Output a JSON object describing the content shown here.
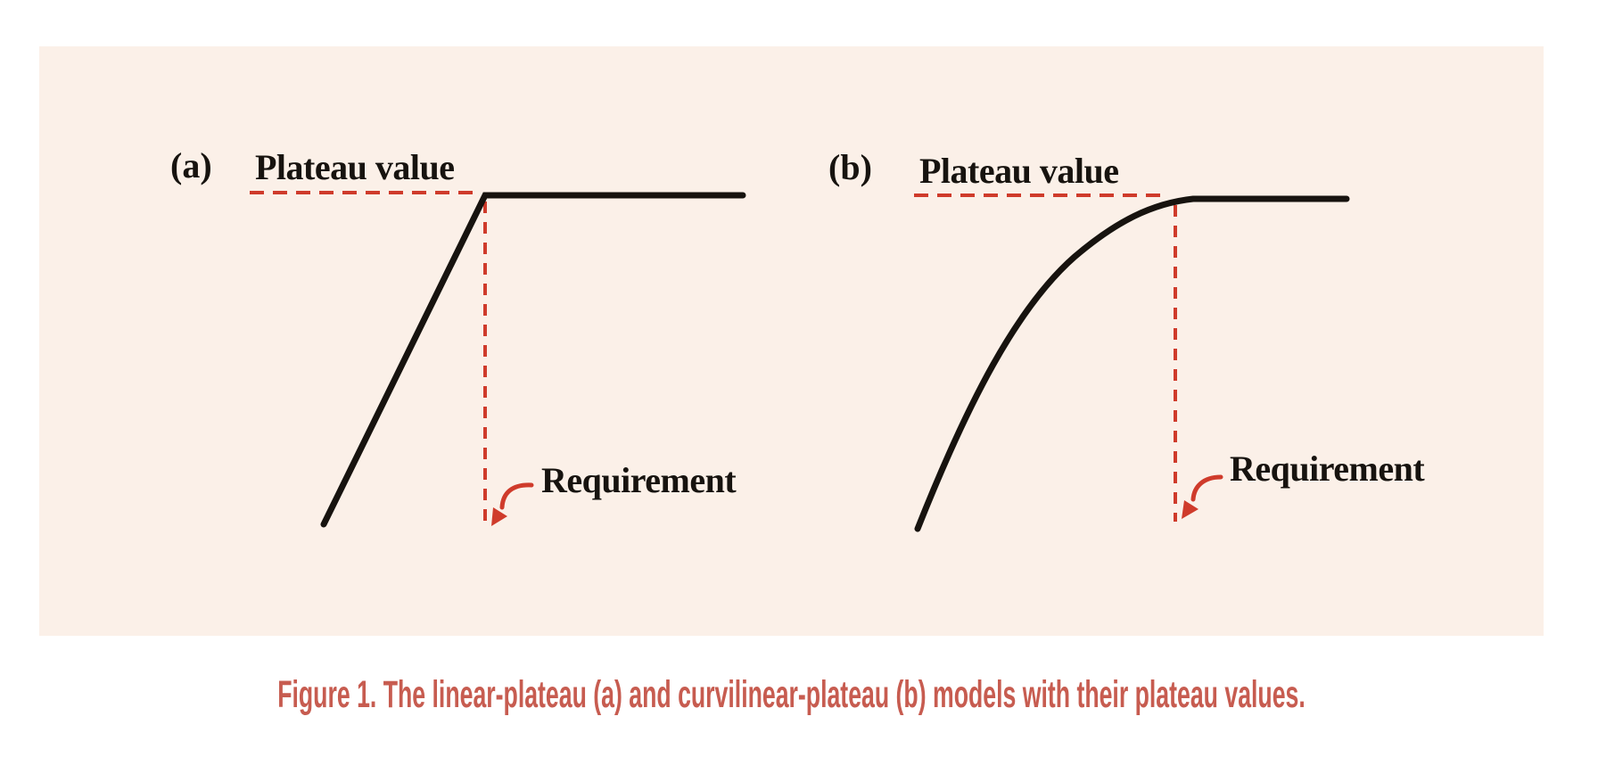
{
  "figure": {
    "panels": [
      {
        "label": "(a)",
        "plateau_label": "Plateau value",
        "requirement_label": "Requirement"
      },
      {
        "label": "(b)",
        "plateau_label": "Plateau value",
        "requirement_label": "Requirement"
      }
    ],
    "caption": "Figure 1. The linear-plateau (a) and curvilinear-plateau (b) models with their plateau values."
  },
  "colors": {
    "panel_background": "#fbf0e8",
    "annotation_red": "#cf3b2b",
    "caption_red": "#c75c50",
    "curve_black": "#17130f"
  }
}
